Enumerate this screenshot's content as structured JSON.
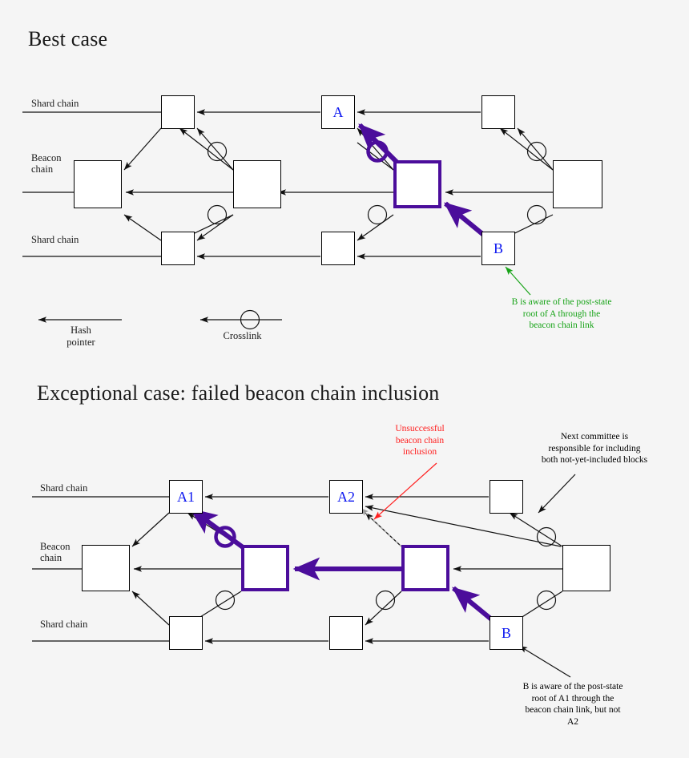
{
  "page": {
    "background": "#f5f5f5",
    "highlight_color": "#4b0d9b",
    "block_label_color": "#0b16f0",
    "green_note_color": "#17a317",
    "red_note_color": "#ff2020"
  },
  "sections": [
    {
      "id": "best-case",
      "title": "Best case",
      "row_labels": {
        "shard_top": "Shard chain",
        "beacon": "Beacon\nchain",
        "shard_bottom": "Shard chain"
      },
      "blocks": {
        "shard_top": [
          "",
          "A",
          ""
        ],
        "beacon": [
          "",
          "",
          "",
          ""
        ],
        "shard_bottom": [
          "",
          "",
          "B"
        ]
      },
      "notes": [
        {
          "id": "b-aware-note",
          "color": "green",
          "text": "B is aware of the post-state\nroot of A through the\nbeacon chain link"
        }
      ]
    },
    {
      "id": "exceptional-case",
      "title": "Exceptional case: failed beacon chain inclusion",
      "row_labels": {
        "shard_top": "Shard chain",
        "beacon": "Beacon\nchain",
        "shard_bottom": "Shard chain"
      },
      "blocks": {
        "shard_top": [
          "A1",
          "A2",
          ""
        ],
        "beacon": [
          "",
          "",
          "",
          ""
        ],
        "shard_bottom": [
          "",
          "",
          "B"
        ]
      },
      "notes": [
        {
          "id": "unsuccessful-inclusion-note",
          "color": "red",
          "text": "Unsuccessful\nbeacon chain\ninclusion"
        },
        {
          "id": "next-committee-note",
          "color": "black",
          "text": "Next committee is\nresponsible for including\nboth not-yet-included blocks"
        },
        {
          "id": "b-aware-note-2",
          "color": "black",
          "text": "B is aware of the post-state\nroot of A1 through the\nbeacon chain link, but not\nA2"
        }
      ]
    }
  ],
  "legend": {
    "hash_pointer": "Hash\npointer",
    "crosslink": "Crosslink"
  }
}
